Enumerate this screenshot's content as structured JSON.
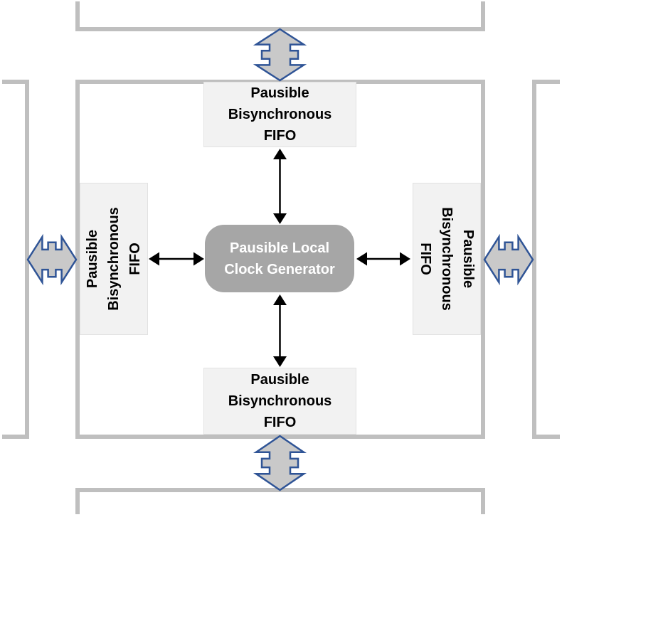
{
  "blocks": {
    "clock_generator": {
      "lines": [
        "Pausible Local",
        "Clock Generator"
      ]
    },
    "fifo_north": {
      "lines": [
        "Pausible",
        "Bisynchronous",
        "FIFO"
      ]
    },
    "fifo_south": {
      "lines": [
        "Pausible",
        "Bisynchronous",
        "FIFO"
      ]
    },
    "fifo_west": {
      "lines": [
        "Pausible",
        "Bisynchronous",
        "FIFO"
      ]
    },
    "fifo_east": {
      "lines": [
        "Pausible",
        "Bisynchronous",
        "FIFO"
      ]
    }
  },
  "neighbor_tiles": {
    "style": "partial-outline",
    "positions": [
      "north",
      "south",
      "west",
      "east"
    ]
  },
  "connectors": {
    "inter_tile": {
      "shape": "notched-double-block-arrow",
      "positions": [
        "north",
        "south",
        "west",
        "east"
      ]
    },
    "internal_arrows": {
      "shape": "double-headed-line-arrow",
      "links": [
        "clock_generator - fifo_north",
        "clock_generator - fifo_south",
        "clock_generator - fifo_west",
        "clock_generator - fifo_east"
      ]
    }
  },
  "colors": {
    "tile_border": "#bfbfbf",
    "fifo_bg": "#f2f2f2",
    "fifo_border": "#e2e2e2",
    "fifo_text": "#000000",
    "center_bg": "#a6a6a6",
    "center_text": "#ffffff",
    "connector_fill": "#c9c9c9",
    "connector_stroke": "#2f5496",
    "arrow": "#000000",
    "canvas_bg": "#ffffff"
  }
}
